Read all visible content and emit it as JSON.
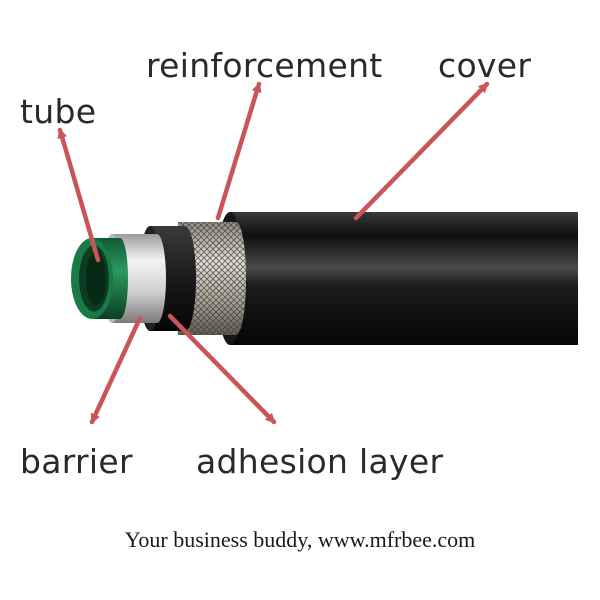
{
  "labels": {
    "reinforcement": "reinforcement",
    "cover": "cover",
    "tube": "tube",
    "barrier": "barrier",
    "adhesion_layer": "adhesion layer"
  },
  "caption": "Your business buddy,  www.mfrbee.com",
  "colors": {
    "arrow": "#c9545a",
    "cover": "#1a1a1a",
    "tube": "#1f7a4a",
    "barrier": "#d8d8d8",
    "reinforcement": "#bdb9ad",
    "text": "#2a2a2a"
  }
}
